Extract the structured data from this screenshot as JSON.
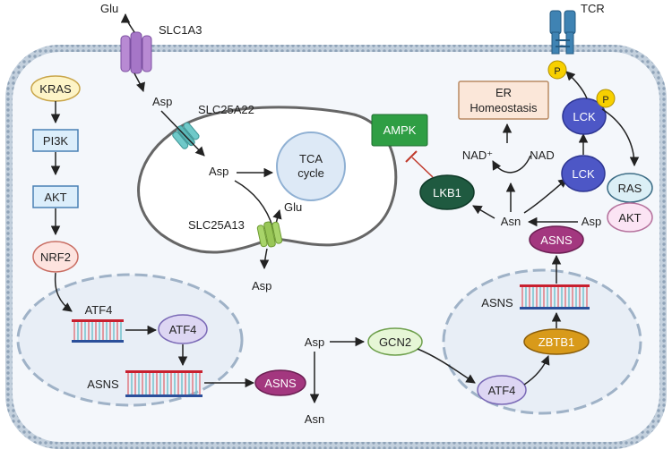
{
  "labels": {
    "glu_top": "Glu",
    "slc1a3": "SLC1A3",
    "tcr": "TCR",
    "kras": "KRAS",
    "pi3k": "PI3K",
    "akt_left": "AKT",
    "nrf2": "NRF2",
    "asp_cyto": "Asp",
    "slc25a22": "SLC25A22",
    "asp_mito": "Asp",
    "tca_line1": "TCA",
    "tca_line2": "cycle",
    "glu_mito": "Glu",
    "slc25a13": "SLC25A13",
    "asp_out": "Asp",
    "atf4_dna": "ATF4",
    "atf4_left_protein": "ATF4",
    "asns_dna_left": "ASNS",
    "asns_left_protein": "ASNS",
    "asp_mid": "Asp",
    "asn_mid": "Asn",
    "gcn2": "GCN2",
    "atf4_right": "ATF4",
    "zbtb1": "ZBTB1",
    "asns_dna_right": "ASNS",
    "asns_right_protein": "ASNS",
    "asn_right": "Asn",
    "asp_right": "Asp",
    "lkb1": "LKB1",
    "ampk": "AMPK",
    "er_line1": "ER",
    "er_line2": "Homeostasis",
    "nad_plus": "NAD⁺",
    "nad": "NAD",
    "lck_lower": "LCK",
    "lck_upper": "LCK",
    "p_upper": "P",
    "p_tcr": "P",
    "ras": "RAS",
    "akt_right": "AKT"
  },
  "colors": {
    "membrane": "#a9b9ca",
    "cytoplasm": "#f4f7fb",
    "nucleus_fill": "#e8eef6",
    "nucleus_border": "#a9b9ca",
    "kras_fill": "#fdf4c7",
    "kras_stroke": "#c9a64a",
    "blue_box_fill": "#dceefb",
    "blue_box_stroke": "#4a80b5",
    "nrf2_fill": "#fde3df",
    "nrf2_stroke": "#c96e63",
    "atf4_fill": "#ddd6f3",
    "atf4_stroke": "#7a69b6",
    "asns_fill": "#a3377f",
    "asns_stroke": "#6c1f53",
    "gcn2_fill": "#e6f6d6",
    "gcn2_stroke": "#6d9f4b",
    "zbtb1_fill": "#d89a1a",
    "zbtb1_stroke": "#8a5d0a",
    "lkb1_fill": "#1f5a40",
    "ampk_fill": "#2f9e44",
    "er_fill": "#fbe7d9",
    "er_stroke": "#b98a63",
    "lck_fill": "#4d57c6",
    "p_fill": "#f7d000",
    "ras_fill": "#dbeff6",
    "ras_stroke": "#3d6d86",
    "akt_right_fill": "#fbe4f4",
    "akt_right_stroke": "#b6739e",
    "tca_fill": "#dde9f6",
    "tca_stroke": "#8fb0d3",
    "slc1a3_fill": "#b88ad3",
    "slc25a22_fill": "#6fc9c9",
    "slc25a13_fill": "#a8d46a",
    "tcr_fill": "#3f83b3",
    "dna_red": "#c8202f",
    "dna_blue": "#2b4f9a",
    "dna_rung": "#74c3cf",
    "inhibit": "#c0392b",
    "arrow": "#222222"
  }
}
